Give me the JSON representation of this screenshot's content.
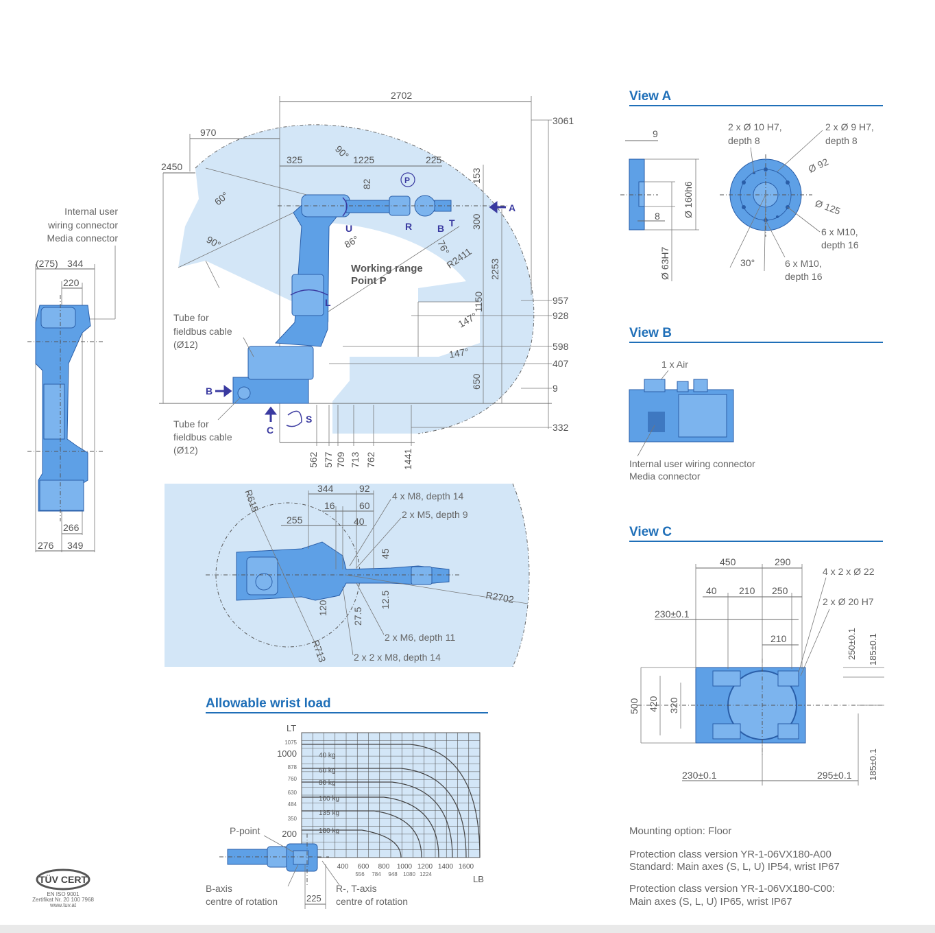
{
  "side_view": {
    "labels": {
      "internal_user": "Internal user",
      "wiring_connector": "wiring connector",
      "media_connector": "Media connector"
    },
    "dims": [
      "(275)",
      "344",
      "220",
      "266",
      "276",
      "349"
    ]
  },
  "main_view": {
    "top_dims": [
      "2702",
      "970",
      "325",
      "1225",
      "225",
      "2450",
      "82",
      "153",
      "300",
      "2253",
      "1150",
      "650"
    ],
    "right_dims": [
      "3061",
      "957",
      "928",
      "598",
      "407",
      "9",
      "332"
    ],
    "bottom_dims": [
      "562",
      "577",
      "709",
      "713",
      "762",
      "1441"
    ],
    "angles": [
      "90°",
      "60°",
      "90°",
      "86°",
      "76°",
      "147°",
      "147°"
    ],
    "radius": "R2411",
    "axes": [
      "U",
      "R",
      "B",
      "T",
      "L",
      "S",
      "P"
    ],
    "arrows": [
      "A",
      "B",
      "C"
    ],
    "working_range": [
      "Working range",
      "Point P"
    ],
    "tube_upper": [
      "Tube for",
      "fieldbus cable",
      "(Ø12)"
    ],
    "tube_lower": [
      "Tube for",
      "fieldbus cable",
      "(Ø12)"
    ]
  },
  "top_view": {
    "dims": [
      "344",
      "92",
      "16",
      "60",
      "40",
      "255",
      "45",
      "12.5",
      "27.5",
      "120"
    ],
    "radii": [
      "R615",
      "R2702",
      "R713"
    ],
    "notes": [
      "4 x M8, depth 14",
      "2 x M5, depth 9",
      "2 x M6, depth 11",
      "2 x 2 x M8, depth 14"
    ]
  },
  "view_a": {
    "title": "View A",
    "dims": [
      "9",
      "8",
      "Ø 160h6",
      "Ø 63H7"
    ],
    "notes": {
      "n1a": "2 x Ø 10 H7,",
      "n1b": "depth 8",
      "n2a": "2 x Ø 9 H7,",
      "n2b": "depth 8",
      "d92": "Ø 92",
      "d125": "Ø 125",
      "n3a": "6 x M10,",
      "n3b": "depth 16",
      "n4a": "6 x M10,",
      "n4b": "depth 16",
      "angle": "30°"
    }
  },
  "view_b": {
    "title": "View B",
    "air": "1 x Air",
    "label1": "Internal user wiring connector",
    "label2": "Media connector"
  },
  "view_c": {
    "title": "View C",
    "dims": [
      "450",
      "290",
      "40",
      "210",
      "250",
      "230±0.1",
      "210",
      "500",
      "420",
      "320",
      "230±0.1",
      "295±0.1",
      "250±0.1",
      "185±0.1",
      "185±0.1"
    ],
    "notes": [
      "4 x 2 x Ø 22",
      "2 x Ø 20 H7"
    ]
  },
  "wrist_load": {
    "title": "Allowable wrist load",
    "y_axis_label": "LT",
    "x_axis_label": "LB",
    "y_ticks": [
      "1075",
      "1000",
      "878",
      "760",
      "630",
      "484",
      "350",
      "200"
    ],
    "x_ticks": [
      "400",
      "600",
      "800",
      "1000",
      "1200",
      "1400",
      "1600"
    ],
    "x_minor_ticks": [
      "556",
      "784",
      "948",
      "1080",
      "1224"
    ],
    "curves": [
      "40 kg",
      "60 kg",
      "80 kg",
      "100 kg",
      "135 kg",
      "180 kg"
    ],
    "p_point": "P-point",
    "b_axis": [
      "B-axis",
      "centre of rotation"
    ],
    "rt_axis": [
      "R-, T-axis",
      "centre of rotation"
    ],
    "dim_225": "225"
  },
  "info": {
    "mounting": "Mounting option: Floor",
    "prot1_a": "Protection class version YR-1-06VX180-A00",
    "prot1_b": "Standard: Main axes (S, L, U) IP54, wrist IP67",
    "prot2_a": "Protection class version YR-1-06VX180-C00:",
    "prot2_b": "Main axes (S, L, U) IP65, wrist IP67"
  },
  "cert": {
    "logo": "TÜV CERT",
    "line1": "EN ISO 9001",
    "line2": "Zertifikat Nr. 20 100 7968",
    "line3": "www.tuv.at"
  }
}
